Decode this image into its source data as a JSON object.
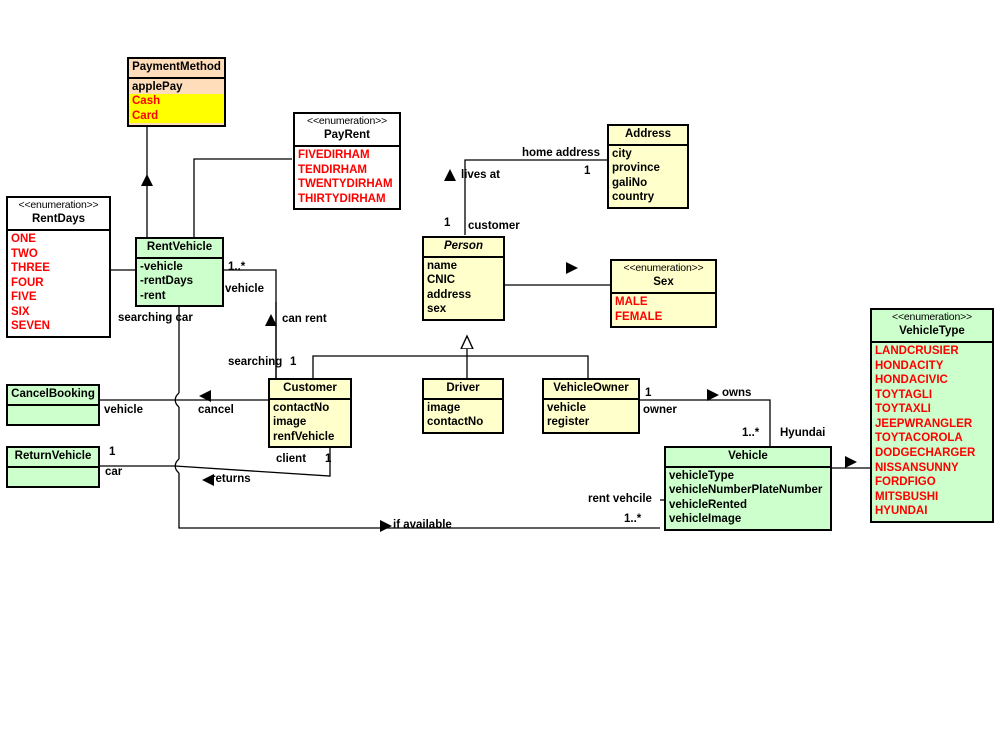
{
  "diagram": {
    "title": "Car Rental UML Class Diagram",
    "type": "uml-class-diagram",
    "colors": {
      "class_fill": "#FFFFCC",
      "usecase_fill": "#CCFFCC",
      "enum_fill": "#FFFFFF",
      "payment_fill": "#FFDDBB",
      "highlight": "#FFFF00",
      "enum_literal_text": "#FF0000",
      "line": "#000000"
    }
  },
  "boxes": {
    "payment_method": {
      "name": "PaymentMethod",
      "stereotype": "",
      "attributes": [
        "applePay",
        "Cash",
        "Card"
      ]
    },
    "pay_rent": {
      "stereotype": "<<enumeration>>",
      "name": "PayRent",
      "attributes": [
        "FIVEDIRHAM",
        "TENDIRHAM",
        "TWENTYDIRHAM",
        "THIRTYDIRHAM"
      ]
    },
    "rent_days": {
      "stereotype": "<<enumeration>>",
      "name": "RentDays",
      "attributes": [
        "ONE",
        "TWO",
        "THREE",
        "FOUR",
        "FIVE",
        "SIX",
        "SEVEN"
      ]
    },
    "rent_vehicle": {
      "name": "RentVehicle",
      "attributes": [
        "-vehicle",
        "-rentDays",
        "-rent"
      ]
    },
    "address": {
      "name": "Address",
      "attributes": [
        "city",
        "province",
        "galiNo",
        "country"
      ]
    },
    "person": {
      "name": "Person",
      "abstract": true,
      "attributes": [
        "name",
        "CNIC",
        "address",
        "sex"
      ]
    },
    "sex": {
      "stereotype": "<<enumeration>>",
      "name": "Sex",
      "attributes": [
        "MALE",
        "FEMALE"
      ]
    },
    "vehicle_type": {
      "stereotype": "<<enumeration>>",
      "name": "VehicleType",
      "attributes": [
        "LANDCRUSIER",
        "HONDACITY",
        "HONDACIVIC",
        "TOYTAGLI",
        "TOYTAXLI",
        "JEEPWRANGLER",
        "TOYTACOROLA",
        "DODGECHARGER",
        "NISSANSUNNY",
        "FORDFIGO",
        "MITSBUSHI",
        "HYUNDAI"
      ]
    },
    "cancel_booking": {
      "name": "CancelBooking",
      "attributes": []
    },
    "return_vehicle": {
      "name": "ReturnVehicle",
      "attributes": []
    },
    "customer": {
      "name": "Customer",
      "attributes": [
        "contactNo",
        "image",
        "renfVehicle"
      ]
    },
    "driver": {
      "name": "Driver",
      "attributes": [
        "image",
        "contactNo"
      ]
    },
    "vehicle_owner": {
      "name": "VehicleOwner",
      "attributes": [
        "vehicle",
        "register"
      ]
    },
    "vehicle": {
      "name": "Vehicle",
      "attributes": [
        "vehicleType",
        "vehicleNumberPlateNumber",
        "vehicleRented",
        "vehicleImage"
      ]
    }
  },
  "edge_labels": {
    "home_address": "home address",
    "address_mult": "1",
    "lives_at": "lives at",
    "customer_mult": "1",
    "customer_role": "customer",
    "vehicle_mult": "1..*",
    "vehicle_role": "vehicle",
    "searching_car": "searching car",
    "can_rent": "can rent",
    "searching": "searching",
    "searching_mult": "1",
    "cancel_vehicle_role": "vehicle",
    "cancel": "cancel",
    "return_mult": "1",
    "car_role": "car",
    "client_role": "client",
    "client_mult": "1",
    "returns": "returns",
    "if_available": "if available",
    "owner_mult": "1",
    "owns": "owns",
    "owner_role": "owner",
    "vehicle_owner_mult": "1..*",
    "hyundai": "Hyundai",
    "rent_vehcile": "rent vehcile",
    "rent_vehcile_mult": "1..*"
  }
}
